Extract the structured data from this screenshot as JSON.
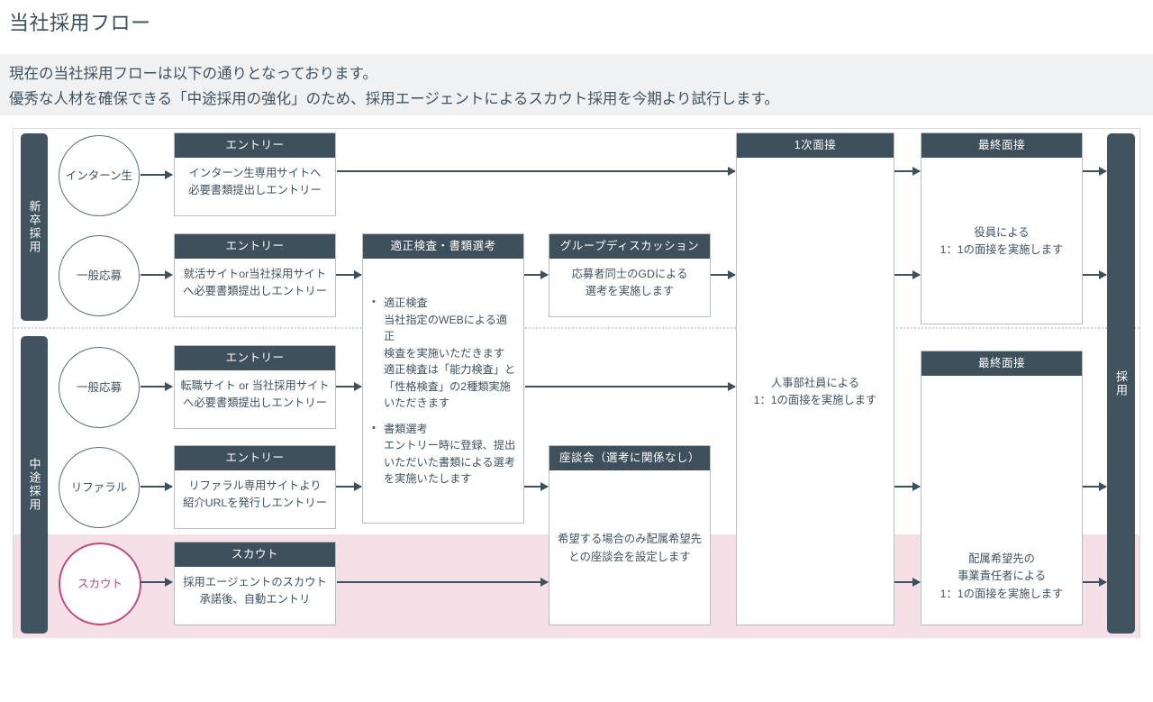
{
  "header": {
    "title": "当社採用フロー",
    "subtitle_line1": "現在の当社採用フローは以下の通りとなっております。",
    "subtitle_line2": "優秀な人材を確保できる「中途採用の強化」のため、採用エージェントによるスカウト採用を今期より試行します。"
  },
  "colors": {
    "accent_dark": "#3e505c",
    "band": "#f0f1f2",
    "highlight_pink": "#f6e0e8",
    "scout_pink": "#c4487e",
    "text": "#3f5260"
  },
  "lanes": {
    "new_grad": "新卒採用",
    "mid_career": "中途採用",
    "hire": "採用"
  },
  "sources": {
    "intern": "インターン生",
    "general_new": "一般応募",
    "general_mid": "一般応募",
    "referral": "リファラル",
    "scout": "スカウト"
  },
  "boxes": {
    "entry_intern": {
      "head": "エントリー",
      "body_line1": "インターン生専用サイトへ",
      "body_line2": "必要書類提出しエントリー"
    },
    "entry_general_new": {
      "head": "エントリー",
      "body_line1": "就活サイトor当社採用サイト",
      "body_line2": "へ必要書類提出しエントリー"
    },
    "entry_general_mid": {
      "head": "エントリー",
      "body_line1": "転職サイト or 当社採用サイト",
      "body_line2": "へ必要書類提出しエントリー"
    },
    "entry_referral": {
      "head": "エントリー",
      "body_line1": "リファラル専用サイトより",
      "body_line2": "紹介URLを発行しエントリー"
    },
    "entry_scout": {
      "head": "スカウト",
      "body_line1": "採用エージェントのスカウト",
      "body_line2": "承諾後、自動エントリ"
    },
    "screening": {
      "head": "適正検査・書類選考",
      "bullets": [
        {
          "title": "適正検査",
          "lines": [
            "当社指定のWEBによる適正",
            "検査を実施いただきます",
            "適正検査は「能力検査」と",
            "「性格検査」の2種類実施",
            "いただきます"
          ]
        },
        {
          "title": "書類選考",
          "lines": [
            "エントリー時に登録、提出",
            "いただいた書類による選考",
            "を実施いたします"
          ]
        }
      ]
    },
    "group_discussion": {
      "head": "グループディスカッション",
      "body_line1": "応募者同士のGDによる",
      "body_line2": "選考を実施します"
    },
    "roundtable": {
      "head": "座談会（選考に関係なし）",
      "body_line1": "希望する場合のみ配属希望先",
      "body_line2": "との座談会を設定します"
    },
    "first_interview": {
      "head": "1次面接",
      "body_line1": "人事部社員による",
      "body_line2": "1：1の面接を実施します"
    },
    "final_interview_new": {
      "head": "最終面接",
      "body_line1": "役員による",
      "body_line2": "1：1の面接を実施します"
    },
    "final_interview_mid": {
      "head": "最終面接",
      "body_line1": "配属希望先の",
      "body_line2": "事業責任者による",
      "body_line3": "1：1の面接を実施します"
    }
  }
}
